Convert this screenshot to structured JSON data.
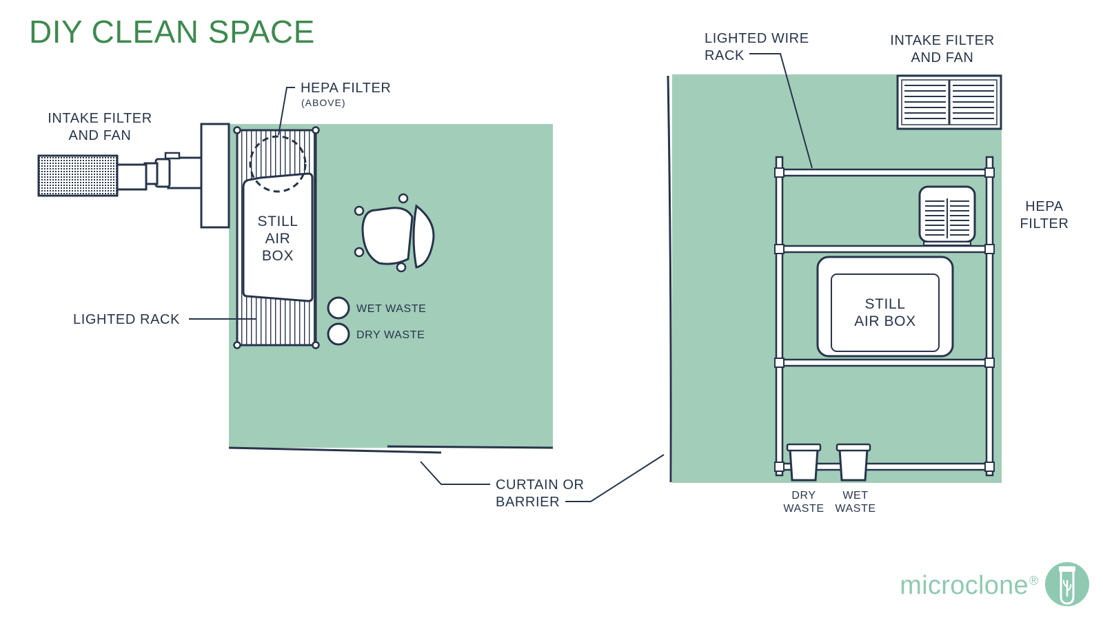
{
  "title": "DIY CLEAN SPACE",
  "left": {
    "intake_line1": "INTAKE FILTER",
    "intake_line2": "AND FAN",
    "hepa_line1": "HEPA FILTER",
    "hepa_line2": "(ABOVE)",
    "box_line1": "STILL",
    "box_line2": "AIR",
    "box_line3": "BOX",
    "rack_label": "LIGHTED RACK",
    "wet_waste": "WET WASTE",
    "dry_waste": "DRY WASTE"
  },
  "curtain": {
    "line1": "CURTAIN OR",
    "line2": "BARRIER"
  },
  "right": {
    "rack_line1": "LIGHTED WIRE",
    "rack_line2": "RACK",
    "intake_line1": "INTAKE FILTER",
    "intake_line2": "AND FAN",
    "hepa_line1": "HEPA",
    "hepa_line2": "FILTER",
    "box_line1": "STILL",
    "box_line2": "AIR BOX",
    "dry_line1": "DRY",
    "dry_line2": "WASTE",
    "wet_line1": "WET",
    "wet_line2": "WASTE"
  },
  "brand": {
    "name": "microclone",
    "mark": "®",
    "logo_icon": "test-tube-logo-icon"
  },
  "colors": {
    "title_green": "#3d8a4e",
    "room_green": "#a2cdb9",
    "line_navy": "#27344a",
    "brand_mint": "#8fc9b2"
  }
}
